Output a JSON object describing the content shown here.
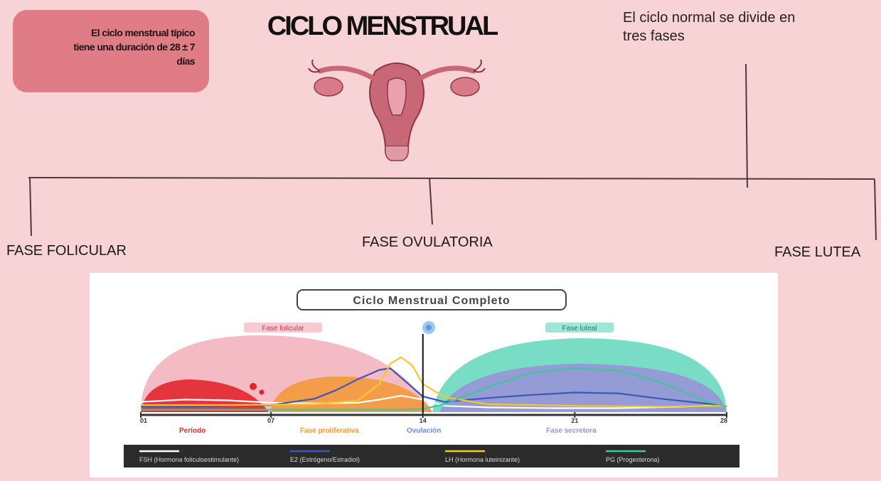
{
  "header": {
    "title": "CICLO MENSTRUAL",
    "duration_line1": "El ciclo menstrual típico",
    "duration_line2": "tiene una duración de 28 ± 7",
    "duration_line3": "días",
    "note_line1": "El ciclo normal se divide en",
    "note_line2": "tres fases"
  },
  "phases": {
    "follicular": "FASE FOLICULAR",
    "ovulatory": "FASE OVULATORIA",
    "luteal": "FASE LUTEA"
  },
  "chart_data": {
    "type": "line",
    "title": "Ciclo Menstrual Completo",
    "x_ticks": [
      "01",
      "07",
      "14",
      "21",
      "28"
    ],
    "xlim": [
      1,
      28
    ],
    "ylim": [
      0,
      10
    ],
    "ovulation_day": 14,
    "phase_badges": [
      {
        "label": "Fase folicular",
        "color": "#f4a6b3"
      },
      {
        "label": "Fase luteal",
        "color": "#4fd1b5"
      }
    ],
    "segment_labels": [
      {
        "label": "Período",
        "color": "#d82b2b"
      },
      {
        "label": "Fase proliferativa",
        "color": "#f39a2e"
      },
      {
        "label": "Ovulación",
        "color": "#6a8fd4"
      },
      {
        "label": "Fase secretora",
        "color": "#a08cd0"
      }
    ],
    "series": [
      {
        "name": "FSH (Hormona foliculoestimulante)",
        "color": "#ffffff",
        "x": [
          1,
          3,
          5,
          7,
          9,
          11,
          12,
          13,
          14,
          15,
          17,
          20,
          23,
          26,
          28
        ],
        "y": [
          1.3,
          1.6,
          1.5,
          1.2,
          1.1,
          1.2,
          1.6,
          2.1,
          1.6,
          0.8,
          0.6,
          0.5,
          0.5,
          0.7,
          0.9
        ]
      },
      {
        "name": "E2 (Estrógeno/Estradiol)",
        "color": "#3f56b8",
        "x": [
          1,
          3,
          5,
          7,
          9,
          10,
          11,
          12,
          12.5,
          13,
          14,
          15,
          17,
          19,
          21,
          23,
          25,
          28
        ],
        "y": [
          0.7,
          0.7,
          0.8,
          0.9,
          1.7,
          2.8,
          4.2,
          5.4,
          5.6,
          4.4,
          2.0,
          1.3,
          1.8,
          2.2,
          2.5,
          2.4,
          1.7,
          0.8
        ]
      },
      {
        "name": "LH (Hormona luteinizante)",
        "color": "#f7c62a",
        "x": [
          1,
          5,
          9,
          11,
          12,
          12.5,
          13,
          13.5,
          14,
          15,
          17,
          21,
          25,
          28
        ],
        "y": [
          0.9,
          0.9,
          1.0,
          1.5,
          3.6,
          6.2,
          7.0,
          6.0,
          3.6,
          1.9,
          1.0,
          0.8,
          0.7,
          0.8
        ]
      },
      {
        "name": "PG (Progesterona)",
        "color": "#3ec79b",
        "x": [
          1,
          7,
          13,
          14,
          15,
          17,
          19,
          21,
          23,
          25,
          27,
          28
        ],
        "y": [
          0.3,
          0.3,
          0.3,
          0.4,
          1.0,
          3.2,
          5.0,
          5.6,
          5.3,
          3.8,
          1.4,
          0.7
        ]
      }
    ]
  }
}
